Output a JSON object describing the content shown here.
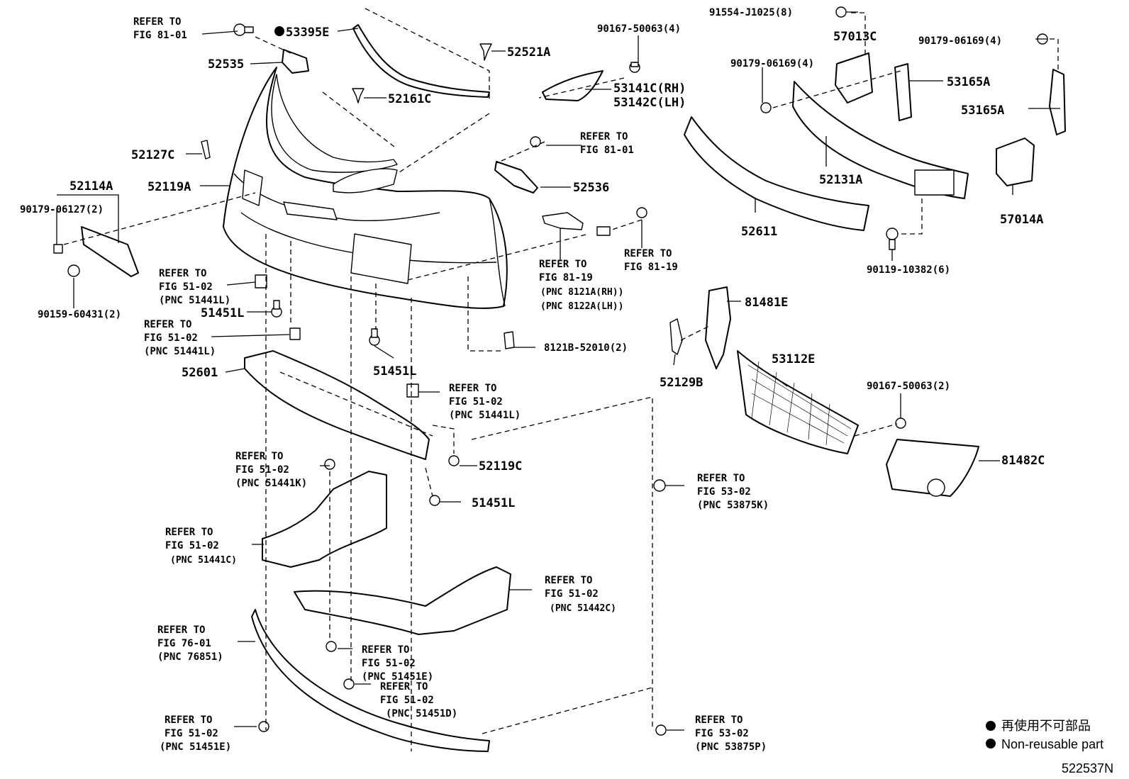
{
  "labels": {
    "p53395e": "53395E",
    "p52521a": "52521A",
    "p52535": "52535",
    "p52161c": "52161C",
    "p52127c": "52127C",
    "p52119a": "52119A",
    "p52114a": "52114A",
    "p90179_06127": "90179-06127(2)",
    "p90159_60431": "90159-60431(2)",
    "p90167_50063_4": "90167-50063(4)",
    "p53141c": "53141C(RH)",
    "p53142c": "53142C(LH)",
    "p52536": "52536",
    "p91554": "91554-J1025(8)",
    "p57013c": "57013C",
    "p90179_06169_a": "90179-06169(4)",
    "p90179_06169_b": "90179-06169(4)",
    "p53165a_a": "53165A",
    "p53165a_b": "53165A",
    "p52131a": "52131A",
    "p52611": "52611",
    "p57014a": "57014A",
    "p90119_10382": "90119-10382(6)",
    "p81481e": "81481E",
    "p8121b": "8121B-52010(2)",
    "p51451l_a": "51451L",
    "p51451l_b": "51451L",
    "p51451l_c": "51451L",
    "p52601": "52601",
    "p52129b": "52129B",
    "p53112e": "53112E",
    "p90167_50063_2": "90167-50063(2)",
    "p81482c": "81482C",
    "p52119c": "52119C"
  },
  "refs": {
    "r1": [
      "REFER TO",
      "FIG 81-01"
    ],
    "r2": [
      "REFER TO",
      "FIG 81-01"
    ],
    "r3": [
      "REFER TO",
      "FIG 81-19"
    ],
    "r4": [
      "REFER TO",
      "FIG 81-19",
      "(PNC 8121A(RH))",
      "(PNC 8122A(LH))"
    ],
    "r5": [
      "REFER TO",
      "FIG 51-02",
      "(PNC 51441L)"
    ],
    "r6": [
      "REFER TO",
      "FIG 51-02",
      "(PNC 51441L)"
    ],
    "r7": [
      "REFER TO",
      "FIG 51-02",
      "(PNC 51441L)"
    ],
    "r8": [
      "REFER TO",
      "FIG 51-02",
      "(PNC 51441K)"
    ],
    "r9": [
      "REFER TO",
      "FIG 51-02",
      "(PNC 51441C)"
    ],
    "r10": [
      "REFER TO",
      "FIG 51-02",
      "(PNC 51442C)"
    ],
    "r11": [
      "REFER TO",
      "FIG 76-01",
      "(PNC 76851)"
    ],
    "r12": [
      "REFER TO",
      "FIG 51-02",
      "(PNC 51451E)"
    ],
    "r13": [
      "REFER TO",
      "FIG 51-02",
      "(PNC 51451D)"
    ],
    "r14": [
      "REFER TO",
      "FIG 51-02",
      "(PNC 51451E)"
    ],
    "r15": [
      "REFER TO",
      "FIG 53-02",
      "(PNC 53875K)"
    ],
    "r16": [
      "REFER TO",
      "FIG 53-02",
      "(PNC 53875P)"
    ]
  },
  "legend": {
    "jp": "再使用不可部品",
    "en": "Non-reusable part"
  },
  "figure_id": "522537N"
}
